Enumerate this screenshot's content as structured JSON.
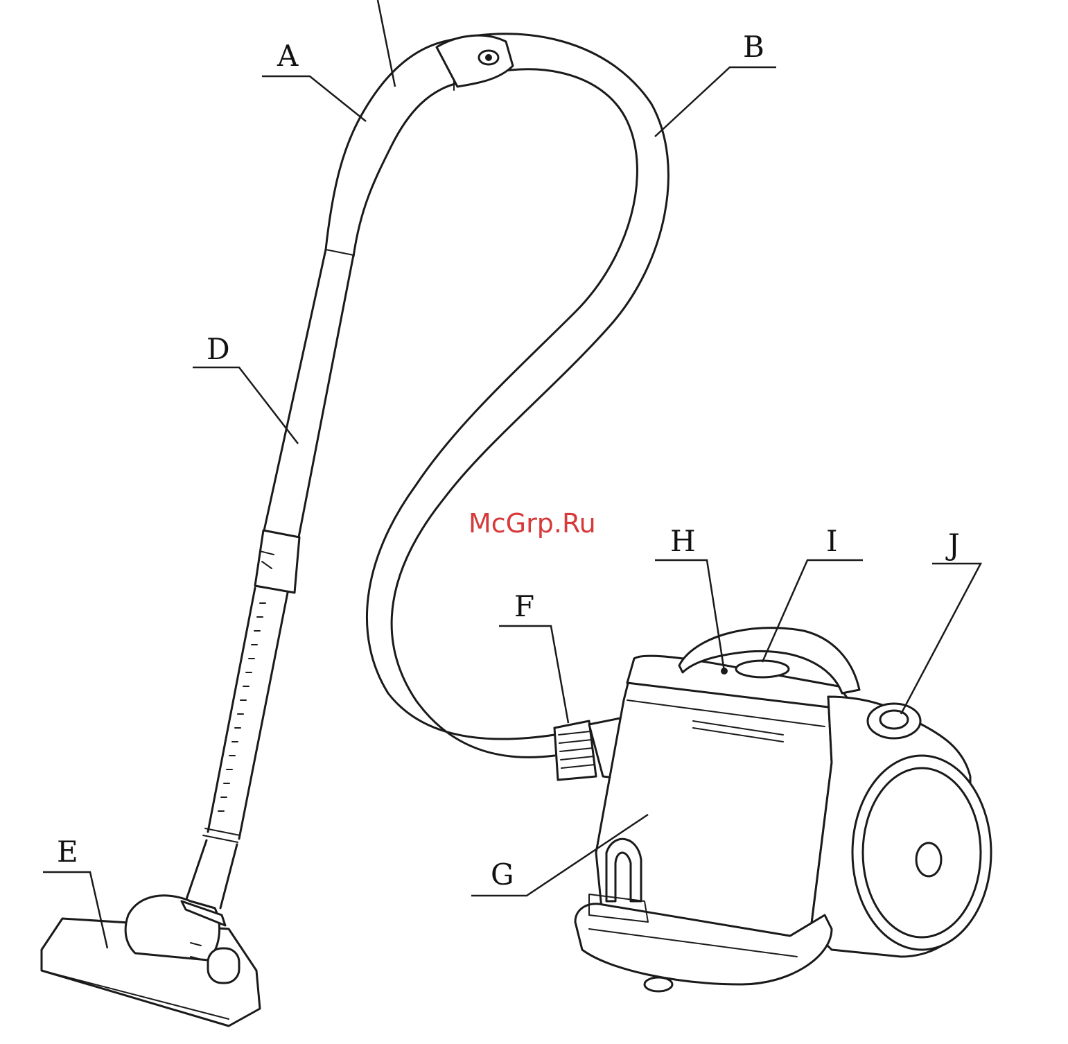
{
  "watermark": "McGrp.Ru",
  "labels": {
    "A": "A",
    "B": "B",
    "D": "D",
    "E": "E",
    "F": "F",
    "G": "G",
    "H": "H",
    "I": "I",
    "J": "J"
  }
}
